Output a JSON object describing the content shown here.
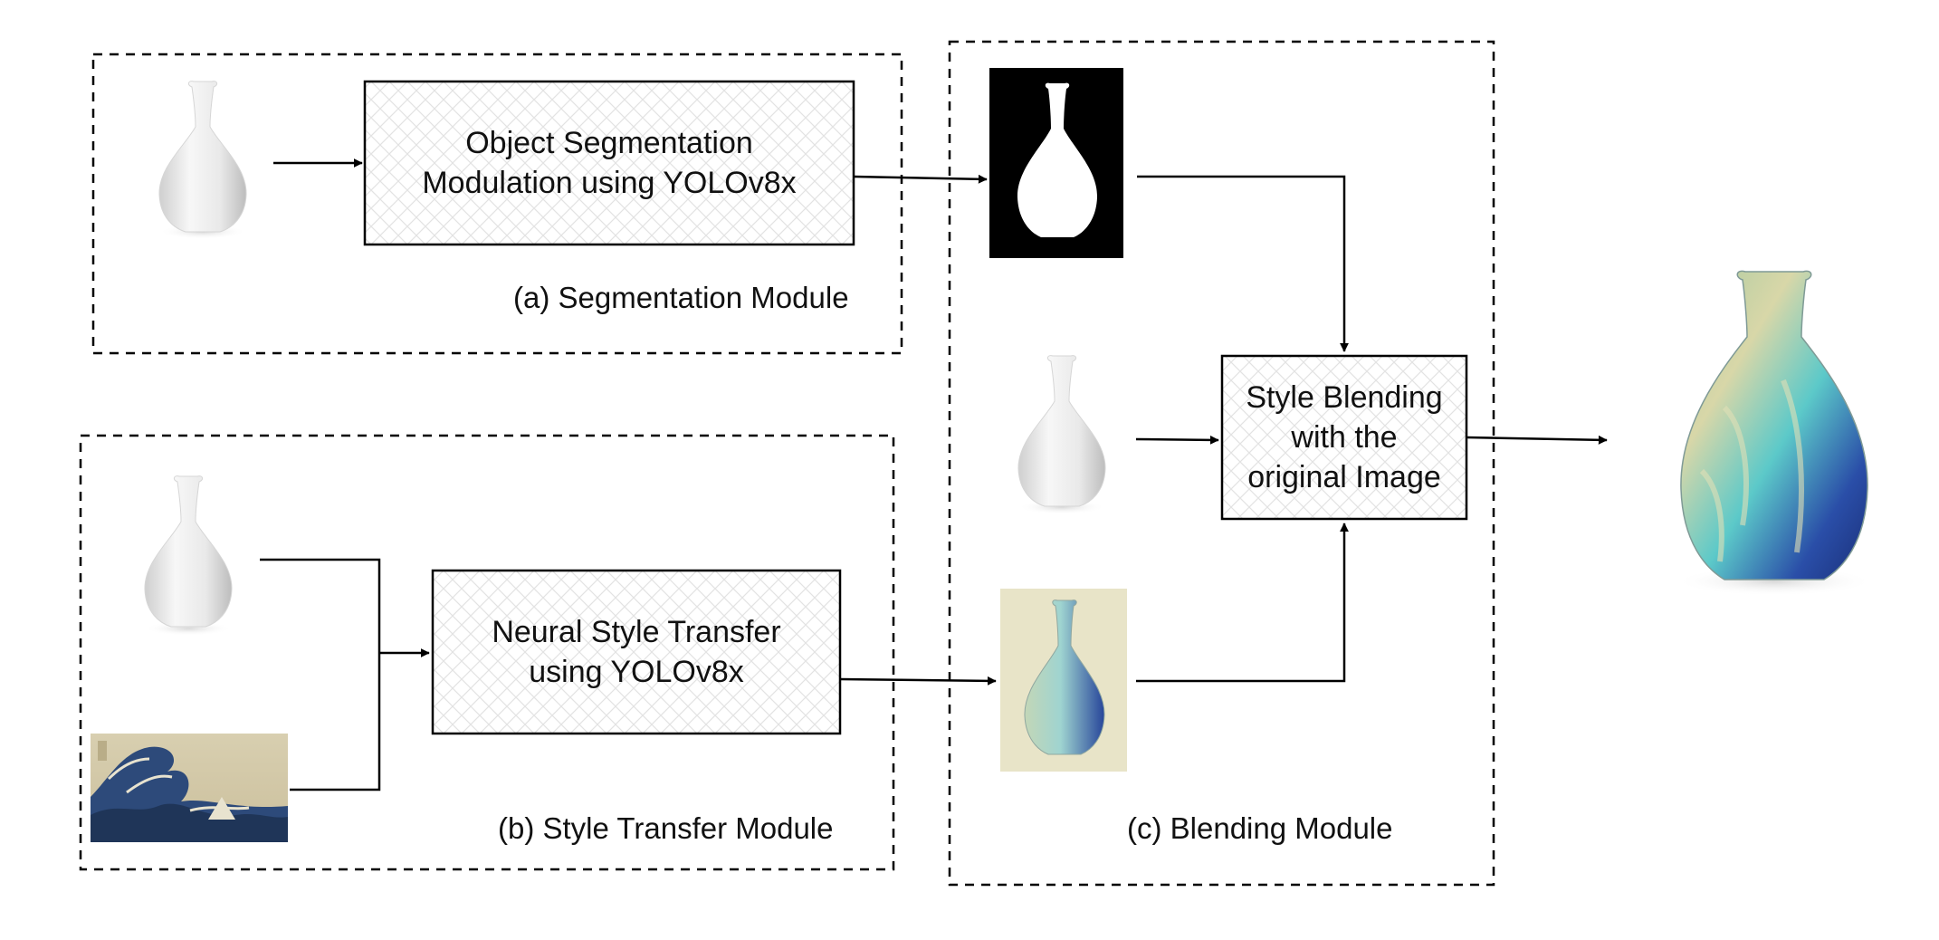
{
  "modules": {
    "segmentation": {
      "label": "(a) Segmentation Module",
      "process_line1": "Object Segmentation",
      "process_line2": "Modulation using YOLOv8x"
    },
    "style_transfer": {
      "label": "(b) Style Transfer Module",
      "process_line1": "Neural Style Transfer",
      "process_line2": "using YOLOv8x"
    },
    "blending": {
      "label": "(c) Blending Module",
      "process_line1": "Style Blending",
      "process_line2": "with the",
      "process_line3": "original Image"
    }
  },
  "colors": {
    "line": "#000000",
    "box_hatch": "#e6e6e6",
    "vase_body": "#eeeeee",
    "mask_bg": "#000000",
    "mask_fg": "#ffffff",
    "stylized_bg": "#e8e4c8",
    "wave_blue": "#2d4a7a"
  },
  "images": {
    "input_vase": "white-vase-image",
    "style_reference": "great-wave-painting",
    "segmentation_mask": "binary-vase-mask",
    "stylized_vase": "stylized-vase-image",
    "output_vase": "final-blended-vase"
  }
}
